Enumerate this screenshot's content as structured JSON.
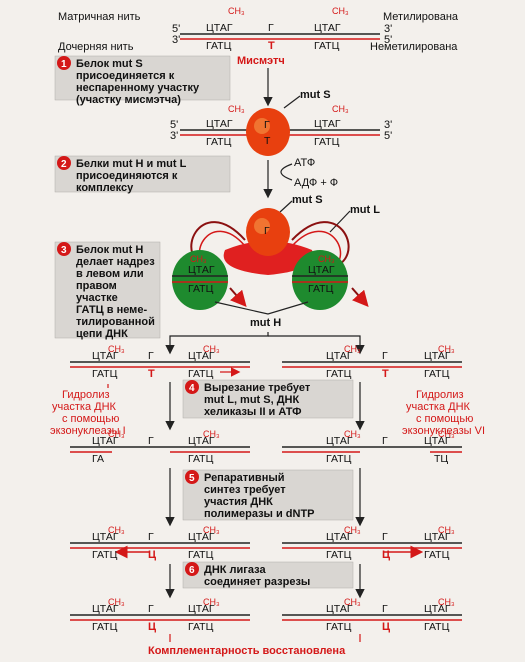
{
  "top": {
    "matrix_strand": "Матричная нить",
    "daughter_strand": "Дочерняя нить",
    "methylated": "Метилирована",
    "unmethylated": "Неметилирована",
    "ch3": "CH₃",
    "five": "5'",
    "three": "3'",
    "seq_top": "ЦТАГ",
    "seq_bottom": "ГАТЦ",
    "base_g": "Г",
    "base_t": "Т",
    "base_c": "Ц",
    "mismatch": "Мисмэтч"
  },
  "steps": [
    {
      "num": "1",
      "l1": "Белок mut S",
      "l2": "присоединяется к",
      "l3": "неспаренному участку",
      "l4": "(участку мисмэтча)"
    },
    {
      "num": "2",
      "l1": "Белки mut H и mut L",
      "l2": "присоединяются к",
      "l3": "комплексу"
    },
    {
      "num": "3",
      "l1": "Белок mut H",
      "l2": "делает надрез",
      "l3": "в левом или",
      "l4": "правом",
      "l5": "участке",
      "l6": "ГАТЦ в неме-",
      "l7": "тилированной",
      "l8": "цепи ДНК"
    },
    {
      "num": "4",
      "l1": "Вырезание требует",
      "l2": "mut L, mut S, ДНК",
      "l3": "хеликазы II и АТФ"
    },
    {
      "num": "5",
      "l1": "Репаративный",
      "l2": "синтез требует",
      "l3": "участия ДНК",
      "l4": "полимеразы и dNTP"
    },
    {
      "num": "6",
      "l1": "ДНК лигаза",
      "l2": "соединяет разрезы"
    }
  ],
  "labels": {
    "mut_s": "mut S",
    "mut_l": "mut L",
    "mut_h": "mut H",
    "atp": "АТФ",
    "adp": "АДФ + Ф",
    "ch3_small": "CH₃",
    "hydro_left_1": "Гидролиз",
    "hydro_left_2": "участка ДНК",
    "hydro_left_3": "с помощью",
    "hydro_left_4": "экзонуклеазы I",
    "hydro_right_1": "Гидролиз",
    "hydro_right_2": "участка ДНК",
    "hydro_right_3": "с помощью",
    "hydro_right_4": "экзонуклеазы VI",
    "seq_ga": "ГА",
    "seq_tc": "ТЦ",
    "final": "Комплементарность восстановлена"
  },
  "colors": {
    "red": "#d41818",
    "green": "#1e8a2e",
    "line": "#222222",
    "box": "#d9d6d2"
  }
}
